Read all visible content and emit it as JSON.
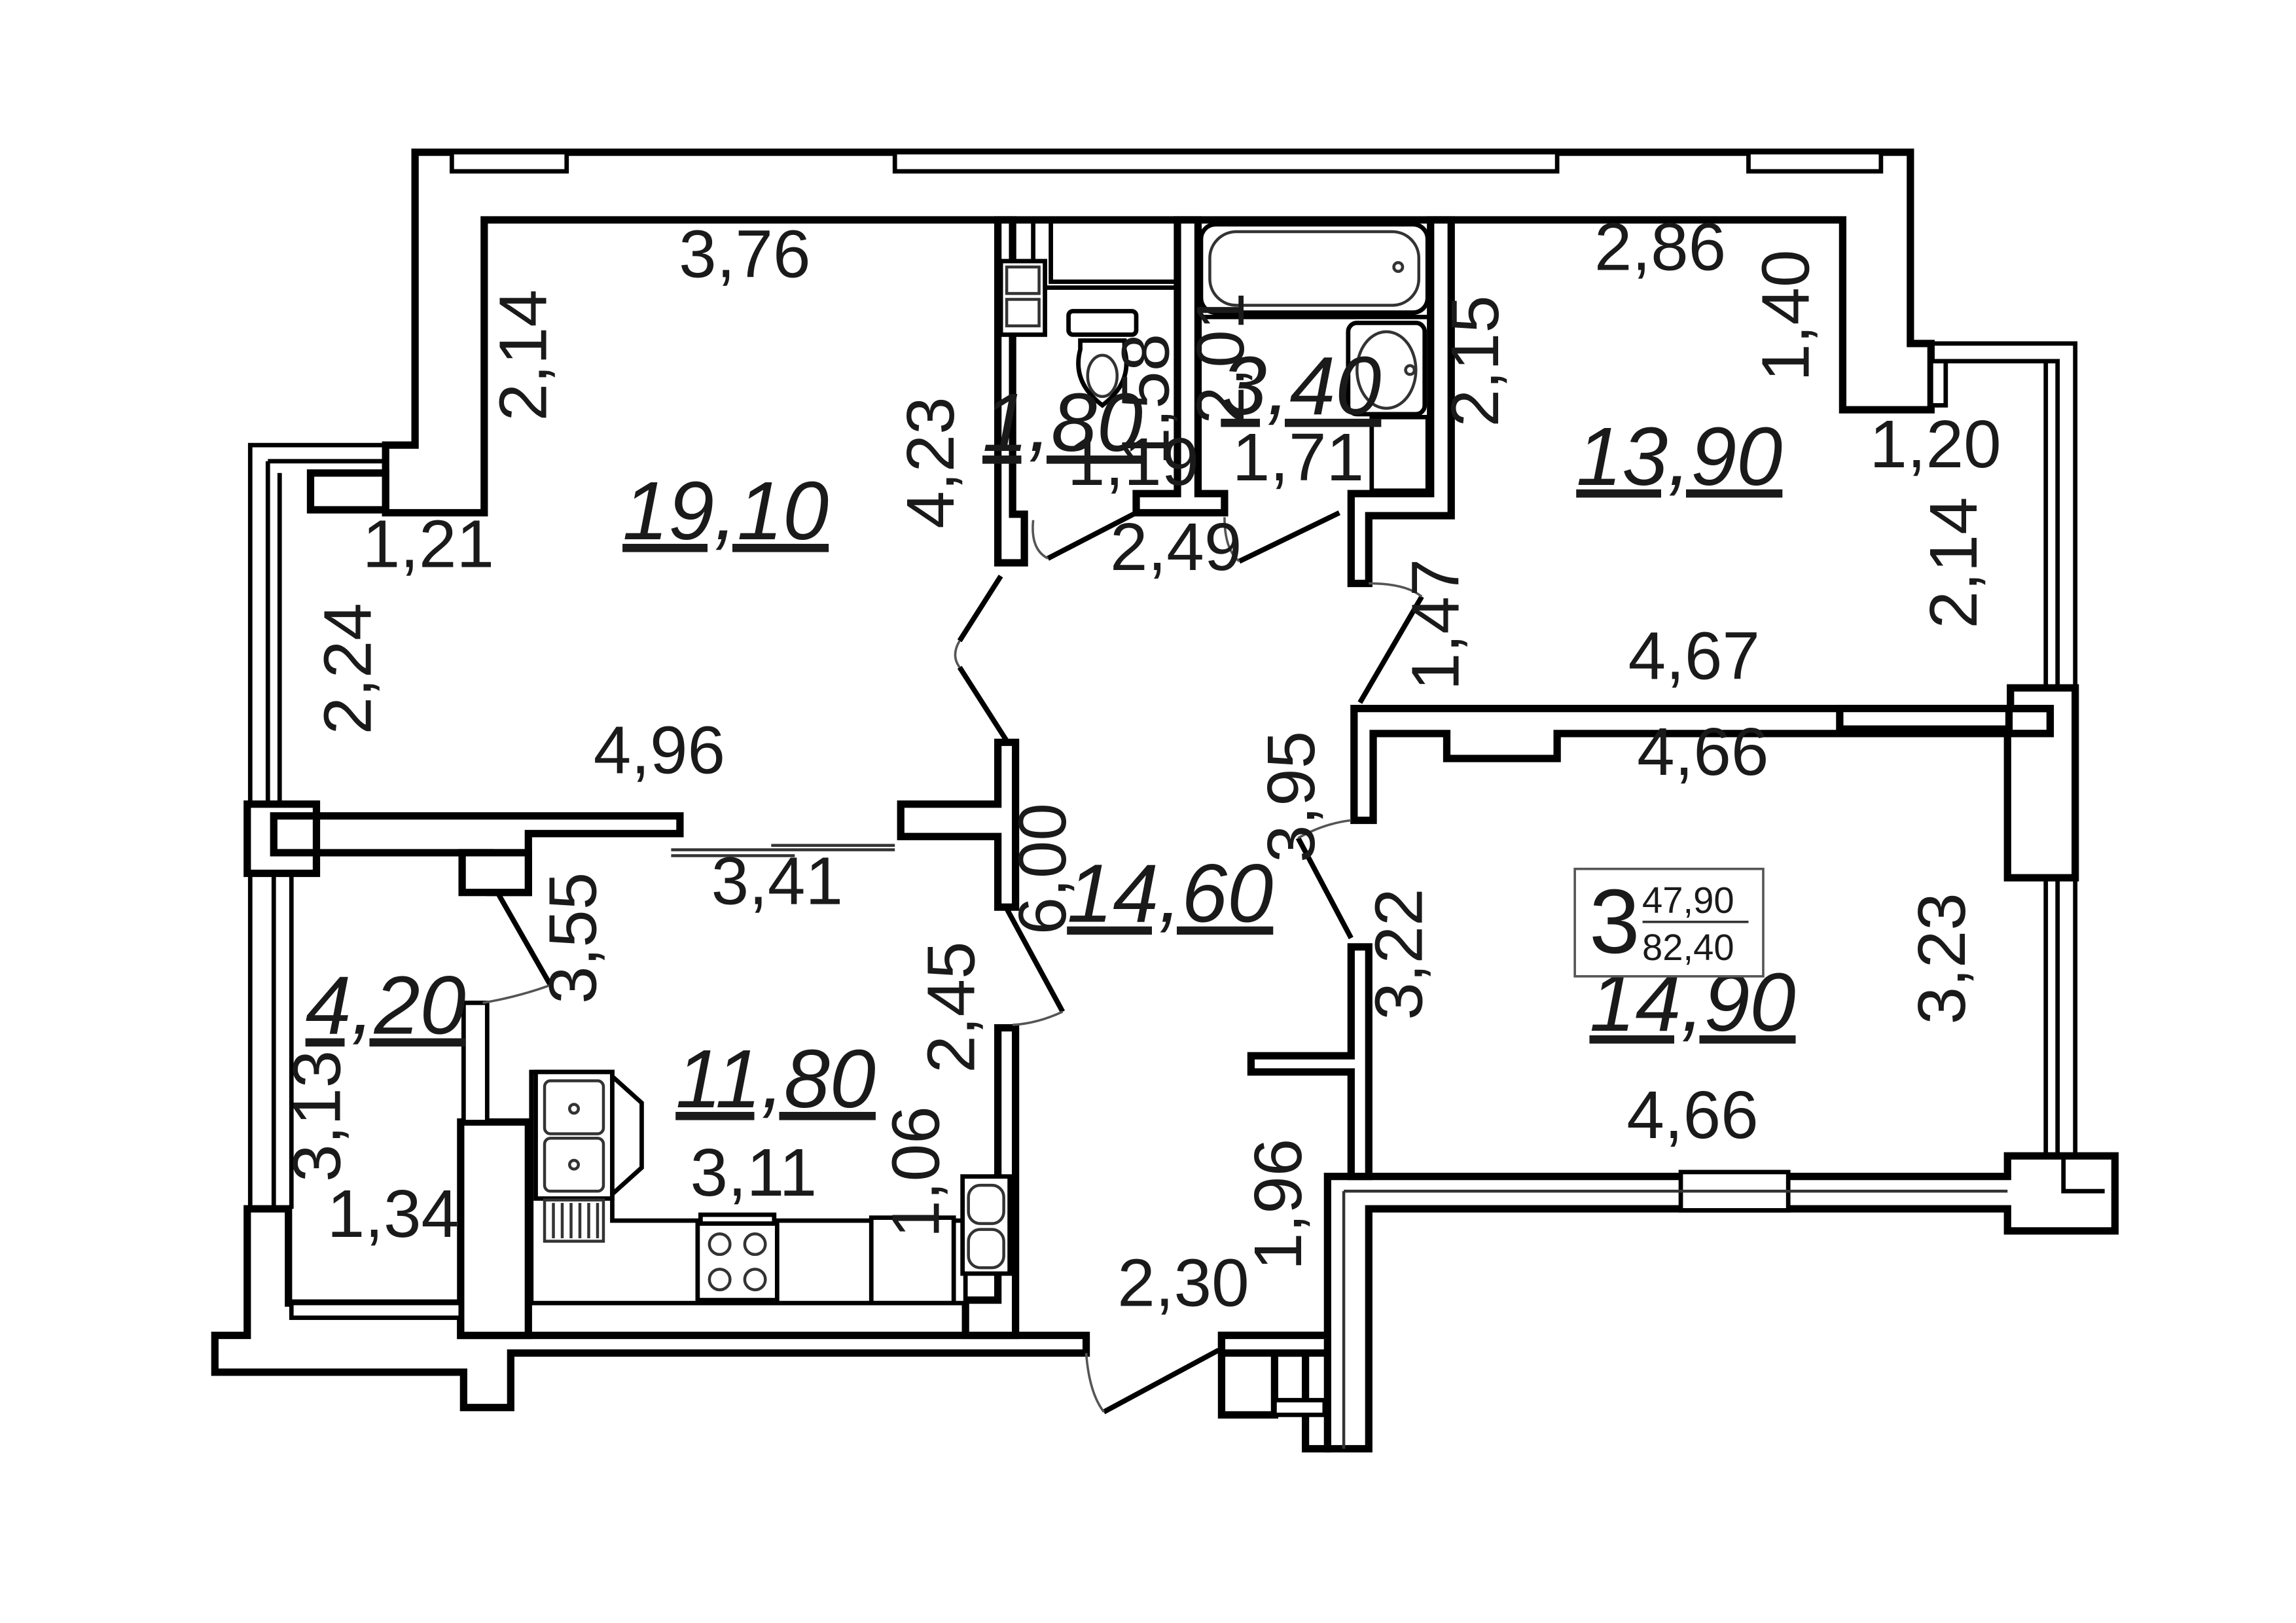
{
  "apartment": {
    "rooms_count": "3",
    "living_area": "47,90",
    "total_area": "82,40"
  },
  "room_areas": {
    "living_room": "19,10",
    "wc": "1,80",
    "bathroom": "3,40",
    "bedroom_1": "13,90",
    "hall": "14,60",
    "bedroom_2": "14,90",
    "kitchen": "11,80",
    "balcony": "4,20"
  },
  "dimensions": {
    "living_top": "3,76",
    "living_wall_a": "2,14",
    "living_wall_b": "4,23",
    "living_bay": "1,21",
    "living_side": "2,24",
    "living_bottom": "4,96",
    "wc_height": "1,58",
    "wc_width": "1,19",
    "bath_height_left": "2,01",
    "bath_height_right": "2,15",
    "bath_width": "1,71",
    "corridor_top": "2,49",
    "bedroom1_top": "2,86",
    "bedroom1_wall": "1,40",
    "bedroom1_bay": "1,20",
    "bedroom1_side": "2,14",
    "bedroom1_door": "1,47",
    "bedroom1_bottom": "4,67",
    "bedroom2_top": "4,66",
    "bedroom2_left_a": "3,95",
    "bedroom2_left_b": "3,22",
    "bedroom2_right": "3,23",
    "bedroom2_bottom": "4,66",
    "kitchen_top": "3,41",
    "kitchen_side": "3,55",
    "hall_length": "6,00",
    "kitchen_right": "2,45",
    "kitchen_niche": "1,06",
    "kitchen_bottom": "3,11",
    "balcony_height": "3,13",
    "balcony_width": "1,34",
    "entry_width": "2,30",
    "entry_wall": "1,96"
  }
}
